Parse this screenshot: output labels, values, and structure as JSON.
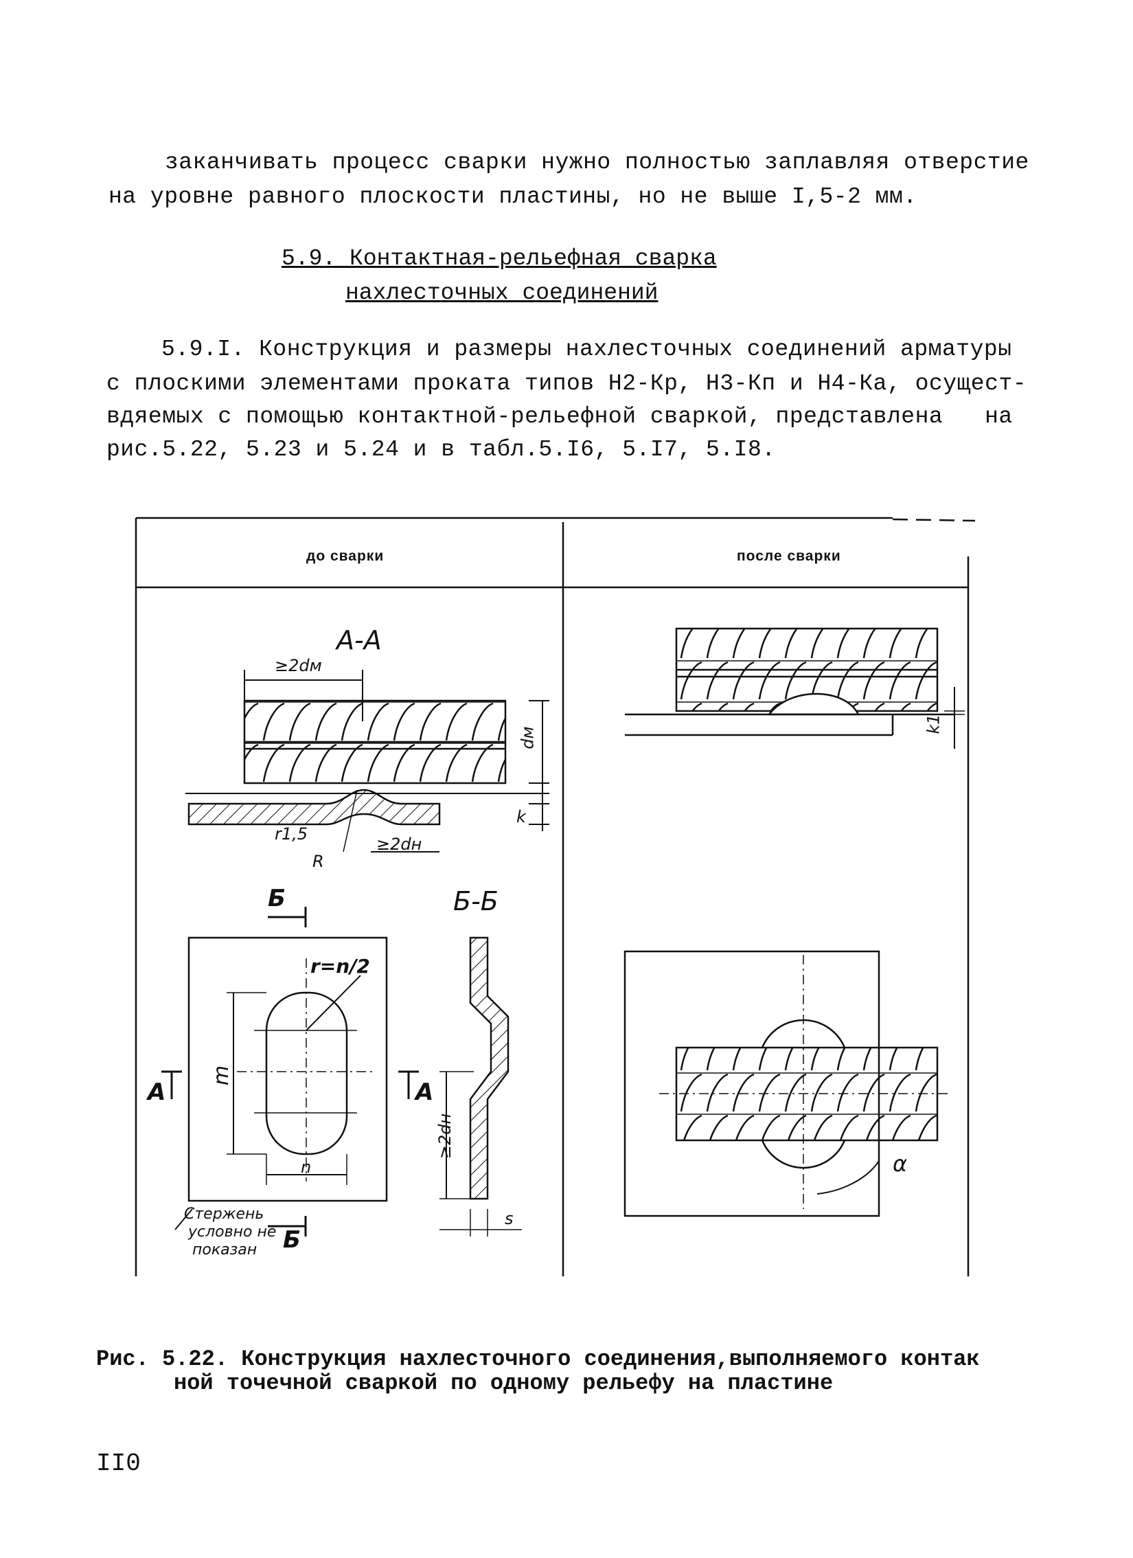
{
  "paragraph_top": {
    "line1": "заканчивать процесс сварки нужно полностью заплавляя отверстие",
    "line2": "на уровне равного плоскости пластины, но не выше I,5-2 мм."
  },
  "section": {
    "title_line1": "5.9. Контактная-рельефная сварка",
    "title_line2": "нахлесточных соединений"
  },
  "paragraph_main": {
    "line1": "5.9.I. Конструкция и размеры нахлесточных соединений арматуры",
    "line2": "с плоскими элементами проката типов Н2-Кр, Н3-Кп и Н4-Ка, осущест-",
    "line3": "вдяемых с помощью контактной-рельефной сваркой, представлена   на",
    "line4": "рис.5.22, 5.23 и 5.24 и в табл.5.I6, 5.I7, 5.I8."
  },
  "figure": {
    "col_before": "до сварки",
    "col_after": "после сварки",
    "section_aa": "А-А",
    "section_bb": "Б-Б",
    "label_2dm": "≥2dм",
    "label_dm": "dм",
    "label_k": "k",
    "label_k1": "k1",
    "label_r15": "r1,5",
    "label_R": "R",
    "label_2dn": "≥2dн",
    "label_B": "Б",
    "label_A": "А",
    "label_r_n2": "r=n/2",
    "label_m": "m",
    "label_n": "n",
    "label_s": "s",
    "label_alpha": "α",
    "note_line1": "Стержень",
    "note_line2": "условно не",
    "note_line3": "показан"
  },
  "caption": {
    "line1": "Рис. 5.22. Конструкция нахлесточного соединения,выполняемого контак",
    "line2": "ной точечной сваркой по одному рельефу на пластине"
  },
  "page_number": "II0"
}
